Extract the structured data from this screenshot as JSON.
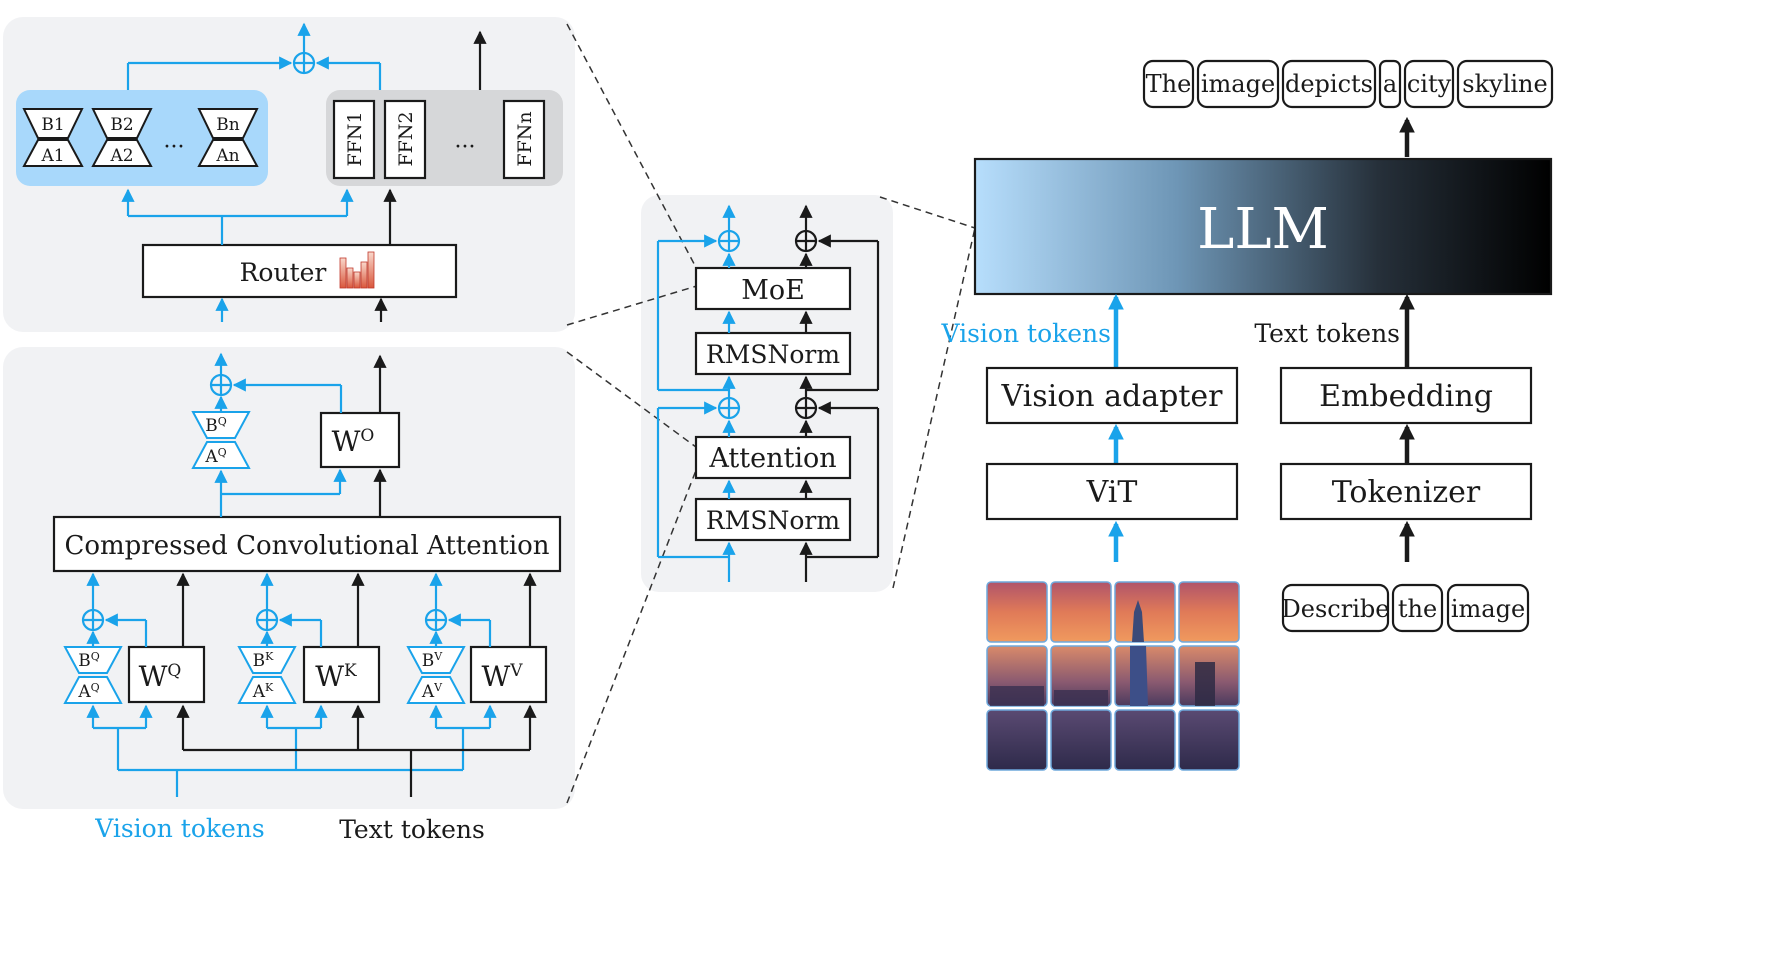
{
  "colors": {
    "accent": "#1aa3ea",
    "dark": "#1a1a1a",
    "panel": "#f1f2f4"
  },
  "moe_panel": {
    "lora_pairs": [
      {
        "b": "B1",
        "a": "A1"
      },
      {
        "b": "B2",
        "a": "A2"
      },
      {
        "b": "Bn",
        "a": "An"
      }
    ],
    "lora_ellipsis": "···",
    "ffns": [
      "FFN1",
      "FFN2",
      "FFNn"
    ],
    "ffn_ellipsis": "···",
    "router_label": "Router"
  },
  "attn_panel": {
    "out_b": {
      "base": "B",
      "sup": "Q"
    },
    "out_a": {
      "base": "A",
      "sup": "Q"
    },
    "wo": {
      "base": "W",
      "sup": "O"
    },
    "cca_label": "Compressed Convolutional Attention",
    "proj": [
      {
        "b": {
          "base": "B",
          "sup": "Q"
        },
        "a": {
          "base": "A",
          "sup": "Q"
        },
        "w": {
          "base": "W",
          "sup": "Q"
        }
      },
      {
        "b": {
          "base": "B",
          "sup": "K"
        },
        "a": {
          "base": "A",
          "sup": "K"
        },
        "w": {
          "base": "W",
          "sup": "K"
        }
      },
      {
        "b": {
          "base": "B",
          "sup": "V"
        },
        "a": {
          "base": "A",
          "sup": "V"
        },
        "w": {
          "base": "W",
          "sup": "V"
        }
      }
    ],
    "vision_tokens_label": "Vision tokens",
    "text_tokens_label": "Text tokens"
  },
  "block_panel": {
    "moe_label": "MoE",
    "norm1_label": "RMSNorm",
    "attention_label": "Attention",
    "norm2_label": "RMSNorm"
  },
  "pipeline": {
    "output_tokens": [
      "The",
      "image",
      "depicts",
      "a",
      "city",
      "skyline"
    ],
    "llm_label": "LLM",
    "vision_tokens_label": "Vision tokens",
    "text_tokens_label": "Text tokens",
    "vision_adapter_label": "Vision adapter",
    "embedding_label": "Embedding",
    "vit_label": "ViT",
    "tokenizer_label": "Tokenizer",
    "input_tokens": [
      "Describe",
      "the",
      "image"
    ]
  }
}
